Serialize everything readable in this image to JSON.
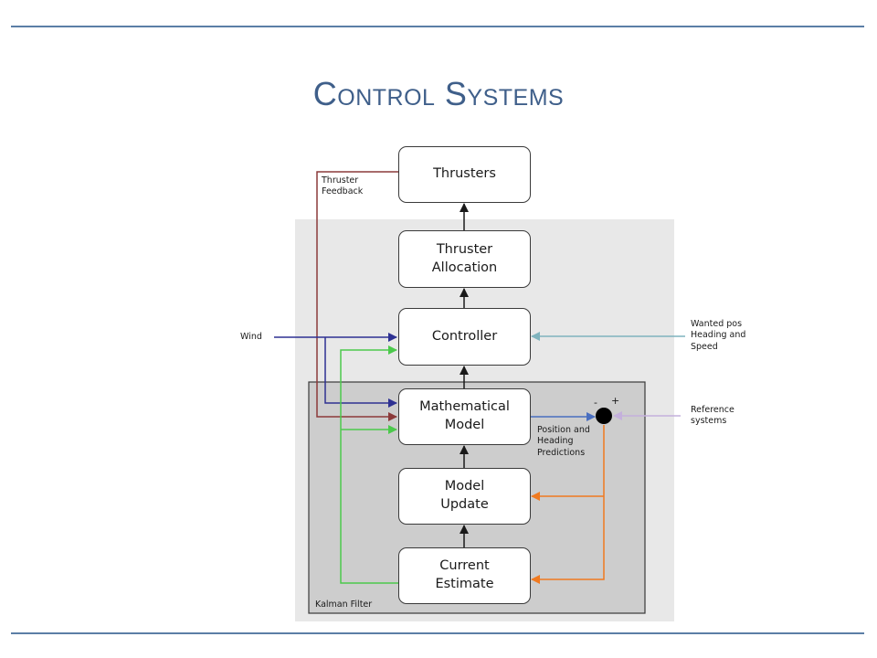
{
  "title": "Control Systems",
  "diagram": {
    "blocks": {
      "thrusters": "Thrusters",
      "thruster_allocation": "Thruster\nAllocation",
      "controller": "Controller",
      "mathematical_model": "Mathematical\nModel",
      "model_update": "Model\nUpdate",
      "current_estimate": "Current\nEstimate"
    },
    "labels": {
      "thruster_feedback": "Thruster\nFeedback",
      "wind": "Wind",
      "wanted_pos": "Wanted pos\nHeading and\nSpeed",
      "reference_systems": "Reference\nsystems",
      "position_predictions": "Position and\nHeading\nPredictions",
      "kalman_filter": "Kalman Filter",
      "minus_sign": "-",
      "plus_sign": "+"
    },
    "colors": {
      "wind_line": "#2e3192",
      "feedback_line": "#8b3a3a",
      "green_line": "#4cc94c",
      "teal_line": "#7fb3bd",
      "lavender_line": "#c4b0dc",
      "orange_line": "#f07a20",
      "blue_prediction_line": "#4a6fc0",
      "outer_panel": "#e8e8e8",
      "kalman_panel": "#cdcdcd"
    }
  }
}
